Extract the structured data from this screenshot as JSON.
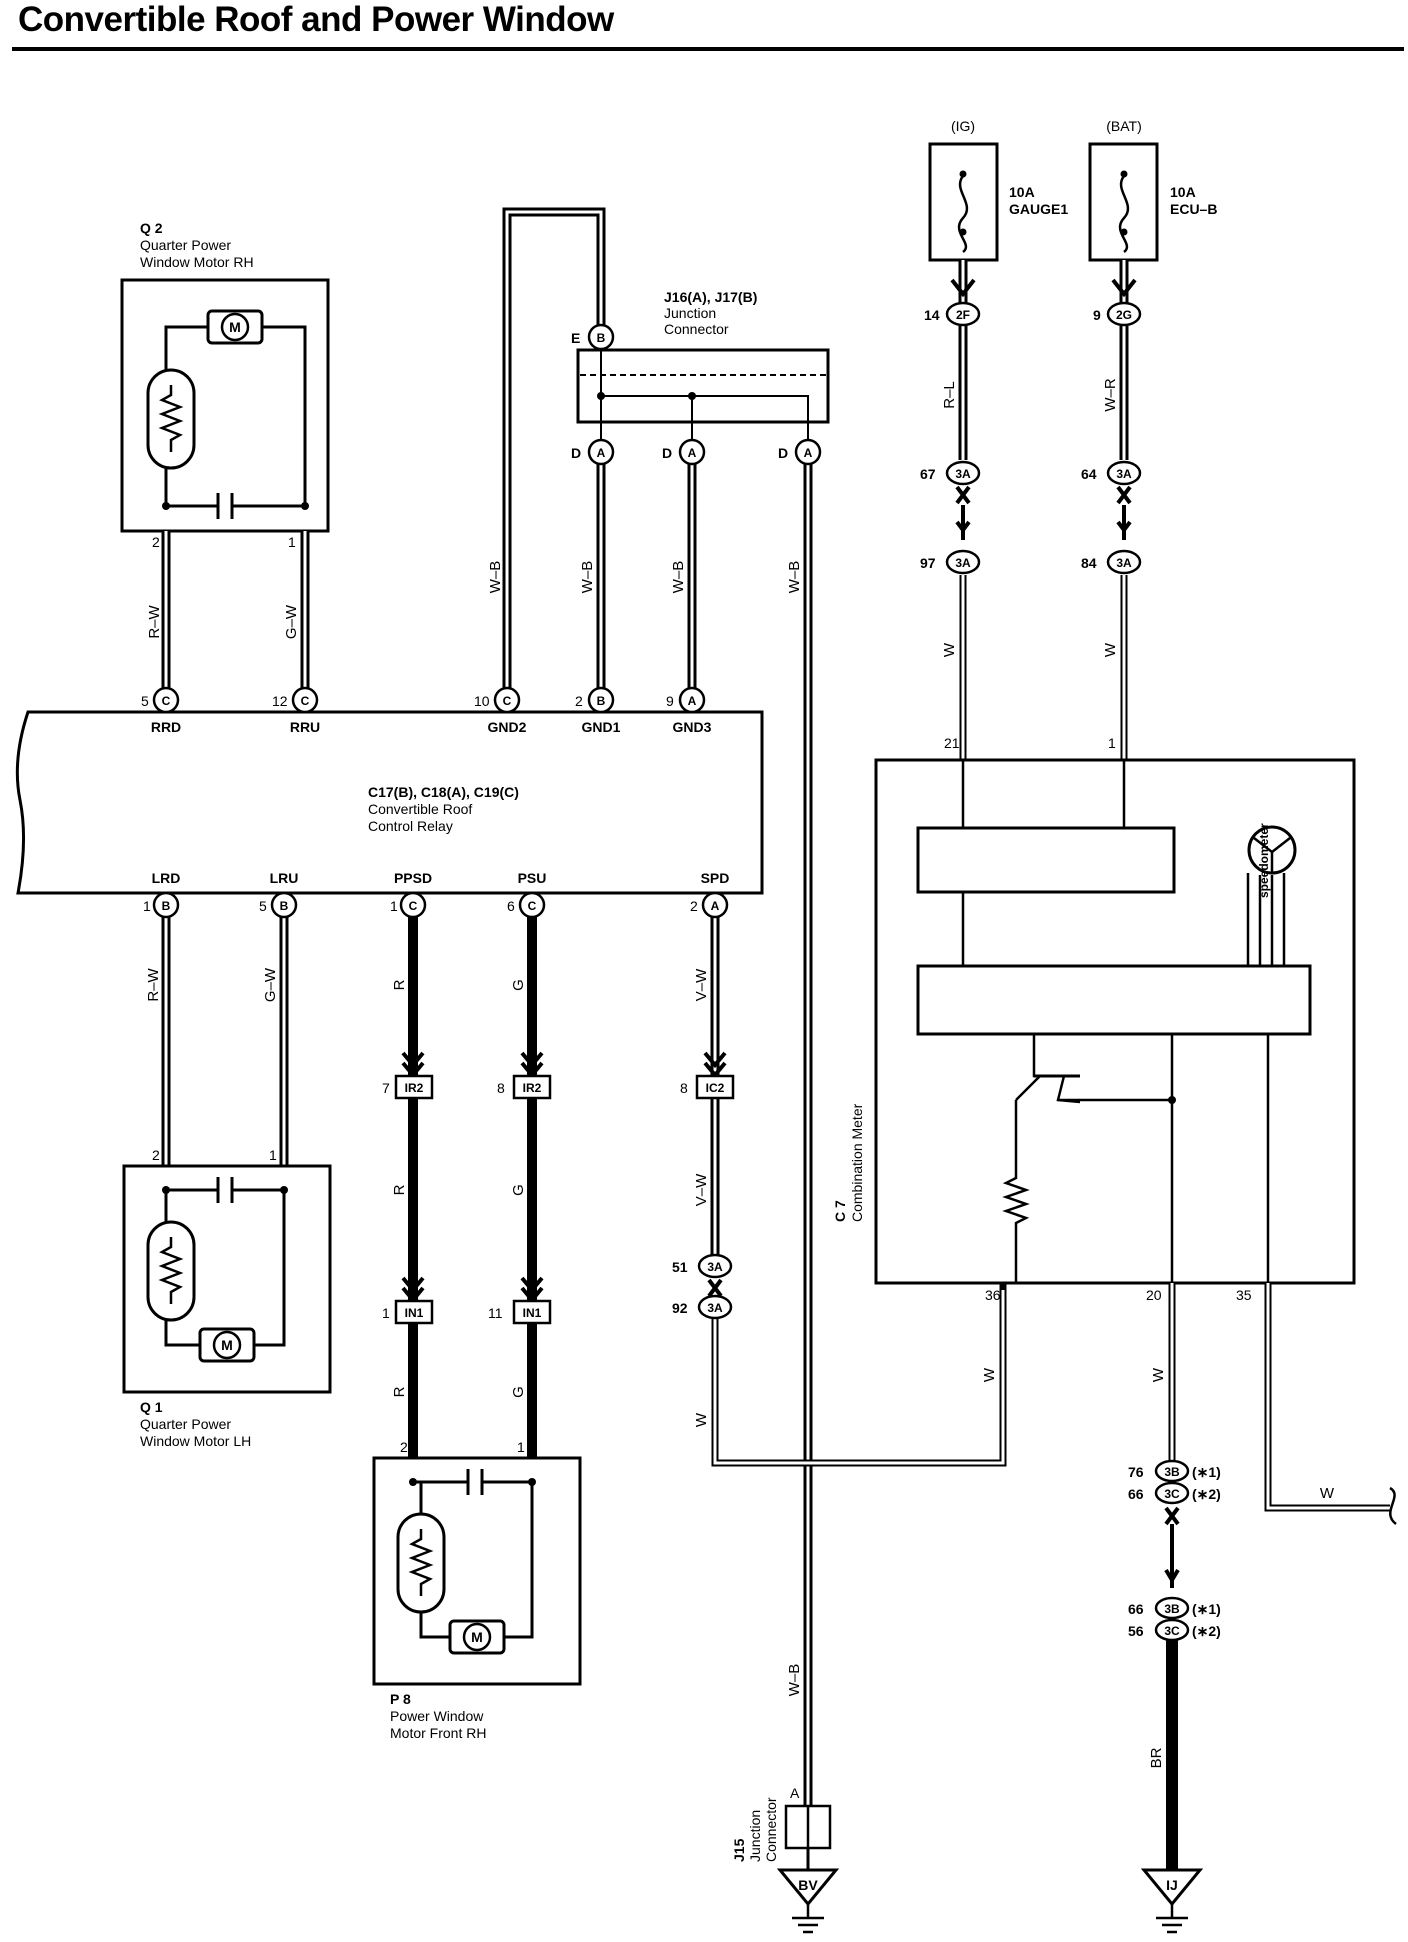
{
  "title": "Convertible Roof and Power Window",
  "components": {
    "q2": {
      "id": "Q 2",
      "line1": "Quarter Power",
      "line2": "Window Motor RH"
    },
    "q1": {
      "id": "Q 1",
      "line1": "Quarter Power",
      "line2": "Window Motor LH"
    },
    "p8": {
      "id": "P 8",
      "line1": "Power Window",
      "line2": "Motor Front RH"
    },
    "junction_top": {
      "id": "J16(A), J17(B)",
      "line1": "Junction",
      "line2": "Connector"
    },
    "relay": {
      "id": "C17(B), C18(A), C19(C)",
      "line1": "Convertible Roof",
      "line2": "Control Relay"
    },
    "meter": {
      "id": "C 7",
      "line1": "Combination Meter"
    },
    "j15": {
      "id": "J15",
      "line1": "Junction",
      "line2": "Connector"
    },
    "motor_symbol": "M",
    "speedometer": "speedometer"
  },
  "fuses": {
    "ig": {
      "source": "(IG)",
      "rating": "10A",
      "name": "GAUGE1"
    },
    "bat": {
      "source": "(BAT)",
      "rating": "10A",
      "name": "ECU–B"
    }
  },
  "relay_terminals": {
    "rrd": "RRD",
    "rru": "RRU",
    "gnd2": "GND2",
    "gnd1": "GND1",
    "gnd3": "GND3",
    "lrd": "LRD",
    "lru": "LRU",
    "ppsd": "PPSD",
    "psu": "PSU",
    "spd": "SPD"
  },
  "wire_colors": {
    "rw": "R–W",
    "gw": "G–W",
    "wb": "W–B",
    "r": "R",
    "g": "G",
    "vw": "V–W",
    "w": "W",
    "rl": "R–L",
    "wr": "W–R",
    "br": "BR"
  },
  "pins": {
    "p1": "1",
    "p2": "2",
    "p5": "5",
    "p6": "6",
    "p7": "7",
    "p8": "8",
    "p9": "9",
    "p10": "10",
    "p11": "11",
    "p12": "12",
    "p14": "14",
    "p20": "20",
    "p21": "21",
    "p35": "35",
    "p36": "36",
    "p51": "51",
    "p56": "56",
    "p64": "64",
    "p66": "66",
    "p67": "67",
    "p76": "76",
    "p84": "84",
    "p92": "92",
    "p97": "97"
  },
  "connector_codes": {
    "a": "A",
    "b": "B",
    "c": "C",
    "d": "D",
    "e": "E",
    "c2f": "2F",
    "c2g": "2G",
    "c3a": "3A",
    "c3b": "3B",
    "c3c": "3C",
    "ir2": "IR2",
    "ic2": "IC2",
    "in1": "IN1"
  },
  "notes": {
    "n1": "(∗1)",
    "n2": "(∗2)"
  },
  "grounds": {
    "bv": "BV",
    "ij": "IJ"
  }
}
